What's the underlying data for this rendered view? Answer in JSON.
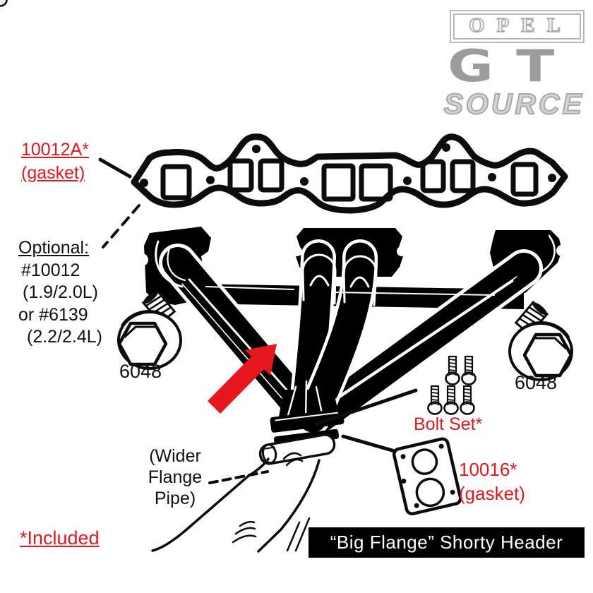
{
  "logo": {
    "opel": "OPEL",
    "gt": "GT",
    "source": "SOURCE"
  },
  "labels": {
    "gasket_top_part": "10012A*",
    "gasket_top_sub": "(gasket)",
    "optional_title": "Optional:",
    "optional_lines": [
      "#10012",
      "(1.9/2.0L)",
      "or #6139",
      "(2.2/2.4L)"
    ],
    "bolt_left": "6048",
    "bolt_right": "6048",
    "bolt_set": "Bolt Set*",
    "gasket_small_part": "10016*",
    "gasket_small_sub": "(gasket)",
    "pipe_note_lines": [
      "(Wider",
      "Flange",
      "Pipe)"
    ],
    "included": "*Included"
  },
  "banner": {
    "title": "“Big Flange” Shorty Header"
  },
  "colors": {
    "accent_red": "#e8161d",
    "logo_gray": "#9c9c9c",
    "banner_bg": "#000000",
    "banner_fg": "#ffffff"
  }
}
